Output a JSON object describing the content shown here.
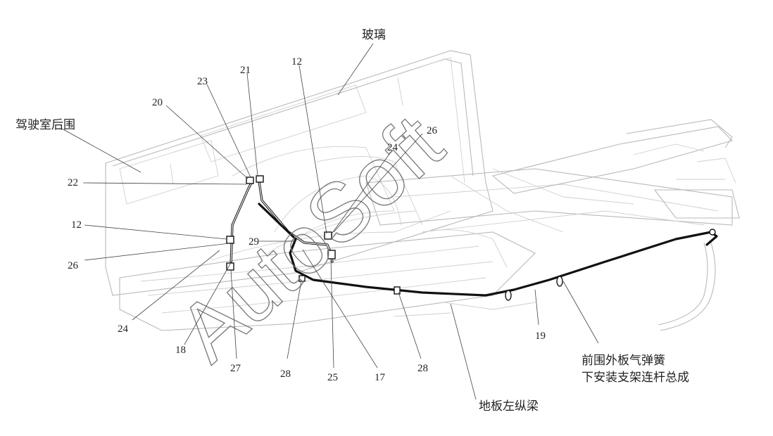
{
  "labels": {
    "glass": "玻璃",
    "cab_rear_wall": "驾驶室后围",
    "gas_spring_bracket_line1": "前围外板气弹簧",
    "gas_spring_bracket_line2": "下安装支架连杆总成",
    "floor_left_rail": "地板左纵梁"
  },
  "callouts": {
    "c20": "20",
    "c23": "23",
    "c21": "21",
    "c12_top": "12",
    "c26_top": "26",
    "c24_mid": "24",
    "c22": "22",
    "c12_left": "12",
    "c29": "29",
    "c26_left": "26",
    "c24_left": "24",
    "c18": "18",
    "c27": "27",
    "c28_left": "28",
    "c25": "25",
    "c17": "17",
    "c28_right": "28",
    "c19": "19"
  },
  "watermark": "AutoSoft",
  "colors": {
    "pipe": "#111111",
    "structure": "#b9b9b9",
    "text": "#222222"
  }
}
